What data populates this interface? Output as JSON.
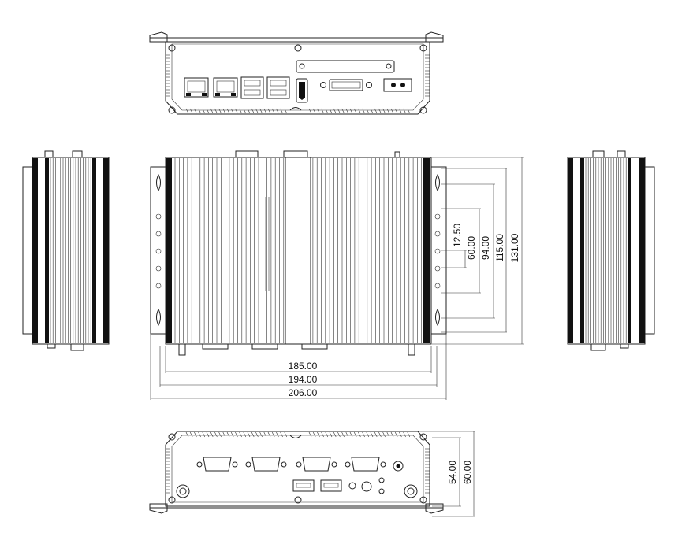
{
  "dimensions": {
    "width_185": "185.00",
    "width_194": "194.00",
    "width_206": "206.00",
    "height_12_5": "12.50",
    "height_60": "60.00",
    "height_94": "94.00",
    "height_115": "115.00",
    "height_131": "131.00",
    "depth_54": "54.00",
    "depth_60": "60.00"
  },
  "colors": {
    "line": "#222222",
    "fill": "#ffffff",
    "dark": "#111111"
  }
}
